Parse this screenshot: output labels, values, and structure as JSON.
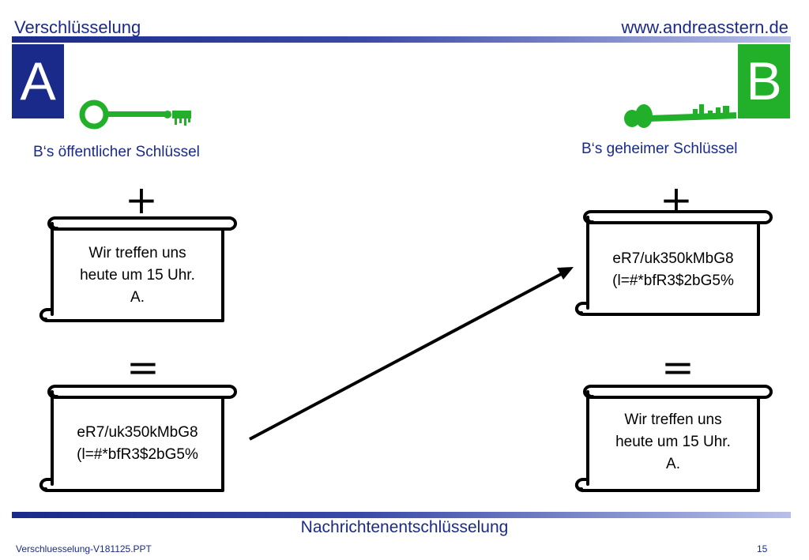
{
  "header": {
    "title": "Verschlüsselung",
    "url": "www.andreasstern.de"
  },
  "party_a": {
    "letter": "A",
    "key_label": "B‘s öffentlicher Schlüssel"
  },
  "party_b": {
    "letter": "B",
    "key_label": "B‘s geheimer Schlüssel"
  },
  "operators": {
    "plus": "+",
    "equals": "="
  },
  "scrolls": {
    "a_top": [
      "Wir treffen uns",
      "heute um 15 Uhr.",
      "A."
    ],
    "a_bottom": [
      "eR7/uk350kMbG8",
      "(l=#*bfR3$2bG5%"
    ],
    "b_top": [
      "eR7/uk350kMbG8",
      "(l=#*bfR3$2bG5%"
    ],
    "b_bottom": [
      "Wir treffen uns",
      "heute um 15 Uhr.",
      "A."
    ]
  },
  "footer": {
    "title": "Nachrichtenentschlüsselung",
    "file": "Verschluesselung-V181125.PPT",
    "page": "15"
  },
  "colors": {
    "navy": "#1a2a8a",
    "key_green": "#22b02a"
  }
}
